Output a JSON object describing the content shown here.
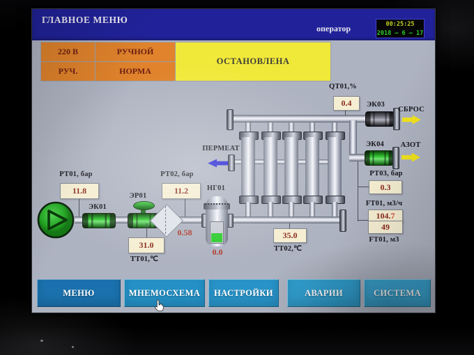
{
  "header": {
    "title": "ГЛАВНОЕ МЕНЮ",
    "user": "оператор",
    "time": "00:25:25",
    "date": "2018 – 6 – 17"
  },
  "status": {
    "power": "220 В",
    "mode": "РУЧНОЙ",
    "control": "РУЧ.",
    "health": "НОРМА",
    "state": "ОСТАНОВЛЕНА"
  },
  "diagram": {
    "pt01": {
      "label": "РТ01, бар",
      "value": "11.8"
    },
    "pt02": {
      "label": "РТ02, бар",
      "value": "11.2"
    },
    "pt03": {
      "label": "РТ03, бар",
      "value": "0.3"
    },
    "tt01": {
      "label": "ТТ01,℃",
      "value": "31.0"
    },
    "tt02": {
      "label": "ТТ02,℃",
      "value": "35.0"
    },
    "qt01": {
      "label": "QT01,%",
      "value": "0.4"
    },
    "ft01_flow": {
      "label": "FT01, м3/ч",
      "value_int": "104.",
      "value_frac": "7"
    },
    "ft01_total": {
      "label": "FT01, м3",
      "value": "49"
    },
    "filter_dp": "0.58",
    "ng01": {
      "label": "НГ01",
      "level": "0.0"
    },
    "ek01": "ЭК01",
    "er01": "ЭР01",
    "ek03": "ЭК03",
    "ek04": "ЭК04",
    "permeate": "ПЕРМЕАТ",
    "vent": "СБРОС",
    "nitrogen": "АЗОТ"
  },
  "menu": {
    "items": [
      "МЕНЮ",
      "МНЕМОСХЕМА",
      "НАСТРОЙКИ",
      "АВАРИИ",
      "СИСТЕМА"
    ]
  },
  "colors": {
    "header_bg": "#21229a",
    "status_orange": "#e0832c",
    "status_yellow": "#f1e93a",
    "screen_bg": "#aeb3c1",
    "value_box_bg": "#f5eed2",
    "value_text": "#8c2b1c",
    "alarm_red": "#b2392a",
    "valve_green": "#38cc38",
    "arrow_yellow": "#f2e41d",
    "arrow_blue": "#2626d4",
    "clock_time_green": "#bfcf25",
    "clock_date_green": "#2ecb2e"
  }
}
